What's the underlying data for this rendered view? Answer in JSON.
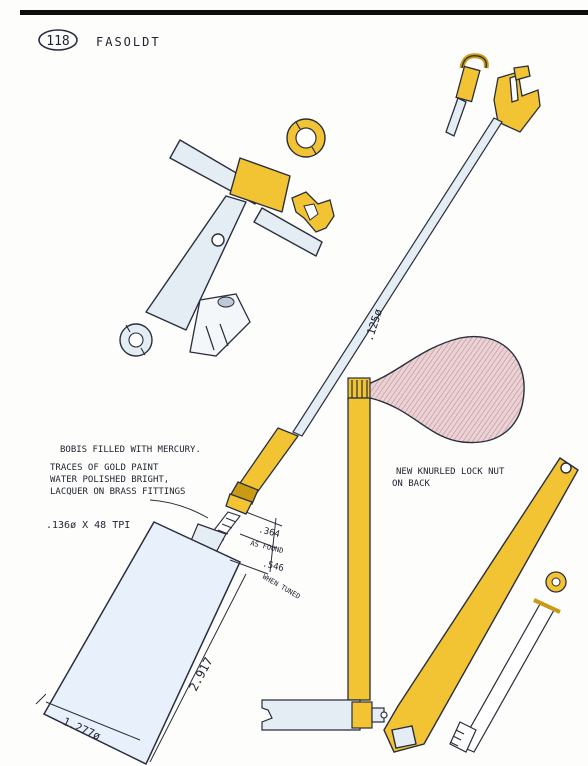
{
  "header": {
    "number": "118",
    "title": "FASOLDT"
  },
  "notes": {
    "bob_line1": "BOBIS FILLED WITH MERCURY.",
    "bob_line2": "TRACES OF GOLD PAINT",
    "bob_line3": "WATER POLISHED BRIGHT,",
    "bob_line4": "LACQUER ON BRASS FITTINGS",
    "lock_line1": "NEW KNURLED LOCK NUT",
    "lock_line2": "ON BACK"
  },
  "dimensions": {
    "rod_diameter": ".125ø",
    "thread": ".136ø X 48 TPI",
    "as_found_value": ".364",
    "as_found_label": "AS FOUND",
    "when_tuned_value": ".546",
    "when_tuned_label": "WHEN TUNED",
    "bob_length": "2.917",
    "bob_width": "1.277ø"
  },
  "colors": {
    "brass": "#f2c433",
    "brass_dark": "#c99a16",
    "steel": "#dfe8f2",
    "ink": "#2a2e3c",
    "bob_red": "#c98a8e"
  }
}
